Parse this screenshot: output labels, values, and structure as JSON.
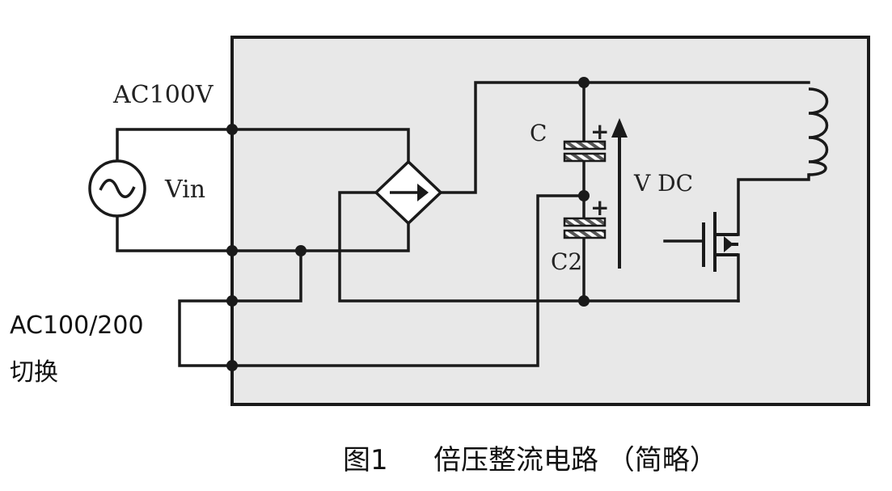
{
  "labels": {
    "ac100v": "AC100V",
    "vin": "Vin",
    "cap_c": "C",
    "cap_c2": "C2",
    "plus": "+",
    "vdc": "V DC",
    "switch_line1": "AC100/200",
    "switch_line2": "切换"
  },
  "caption": {
    "figure_no": "图1",
    "title": "倍压整流电路 （简略）"
  },
  "colors": {
    "panel_fill": "#e8e8e8",
    "line": "#1a1a1a",
    "capacitor_fill": "#555555"
  },
  "icons": {
    "ac_source": "ac-source-icon",
    "rectifier": "bridge-rectifier-icon",
    "capacitor": "capacitor-icon",
    "inductor": "inductor-coil-icon",
    "mosfet": "mosfet-icon",
    "arrow": "voltage-arrow-icon"
  }
}
